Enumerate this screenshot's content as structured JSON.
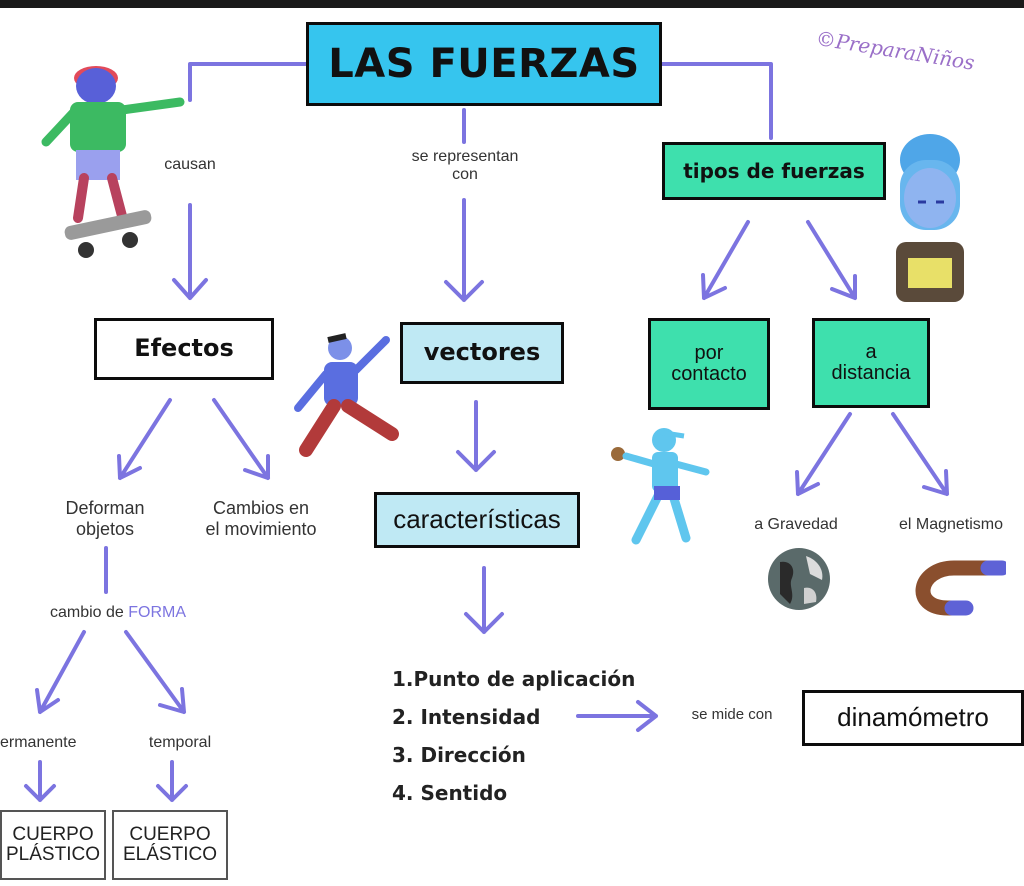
{
  "colors": {
    "arrow": "#7c74e0",
    "title_fill": "#36c5ee",
    "teal_fill": "#3ee0ad",
    "light_fill": "#bfe9f4",
    "border": "#0c0c0c"
  },
  "brand": "©PreparaNiños",
  "title": "LAS FUERZAS",
  "links": {
    "causan": "causan",
    "represent_1": "se representan",
    "represent_2": "con",
    "measure": "se mide con"
  },
  "nodes": {
    "tipos": "tipos de fuerzas",
    "efectos": "Efectos",
    "vectores": "vectores",
    "contacto_1": "por",
    "contacto_2": "contacto",
    "distancia_1": "a",
    "distancia_2": "distancia",
    "caracteristicas": "características",
    "dinamometro": "dinamómetro"
  },
  "effects": {
    "deforman_1": "Deforman",
    "deforman_2": "objetos",
    "cambios_1": "Cambios en",
    "cambios_2": "el movimiento",
    "cambio_prefix": "cambio de ",
    "cambio_word": "FORMA",
    "permanente": "ermanente",
    "temporal": "temporal",
    "plastico_1": "CUERPO",
    "plastico_2": "PLÁSTICO",
    "elastico_1": "CUERPO",
    "elastico_2": "ELÁSTICO"
  },
  "distance_types": {
    "gravedad": "a Gravedad",
    "magnetismo": "el Magnetismo"
  },
  "characteristics": [
    "1.Punto de aplicación",
    "2. Intensidad",
    "3. Dirección",
    "4. Sentido"
  ],
  "icons": [
    "skater-icon",
    "jumping-person-icon",
    "runner-icon",
    "student-girl-icon",
    "earth-globe-icon",
    "horseshoe-magnet-icon"
  ]
}
